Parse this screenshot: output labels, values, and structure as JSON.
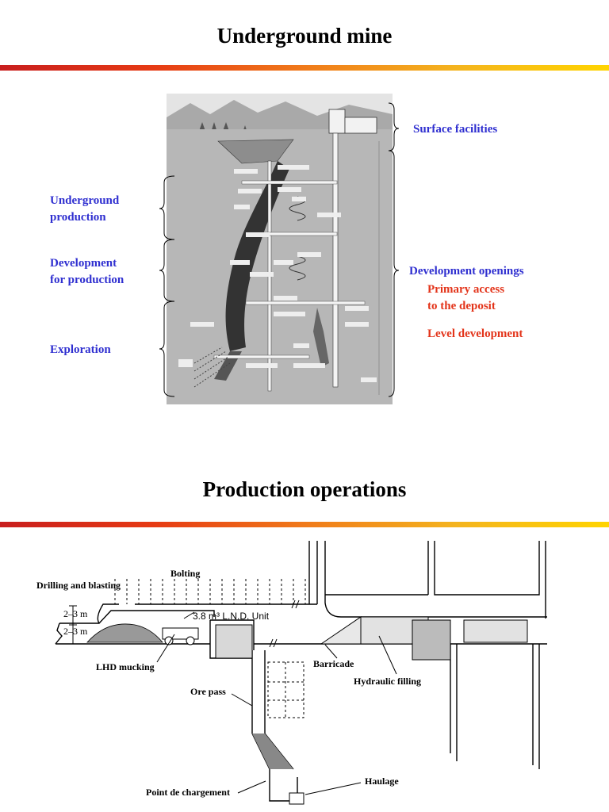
{
  "slide1": {
    "title": "Underground mine",
    "labels": {
      "surface_facilities": "Surface facilities",
      "underground_production_1": "Underground",
      "underground_production_2": "production",
      "development_production_1": "Development",
      "development_production_2": "for production",
      "exploration": "Exploration",
      "development_openings": "Development openings",
      "primary_access_1": "Primary access",
      "primary_access_2": "to the deposit",
      "level_development": "Level development"
    }
  },
  "slide2": {
    "title": "Production operations",
    "labels": {
      "bolting": "Bolting",
      "drilling_blasting": "Drilling and blasting",
      "dim_top": "2–3 m",
      "dim_bottom": "2–3 m",
      "lhd_unit": "3.8 m³ L.N.D. Unit",
      "lhd_mucking": "LHD mucking",
      "barricade": "Barricade",
      "hydraulic_filling": "Hydraulic filling",
      "ore_pass": "Ore pass",
      "haulage": "Haulage",
      "point_chargement": "Point de chargement"
    }
  },
  "colors": {
    "label_blue": "#2f2fd0",
    "label_red": "#e3341a"
  }
}
